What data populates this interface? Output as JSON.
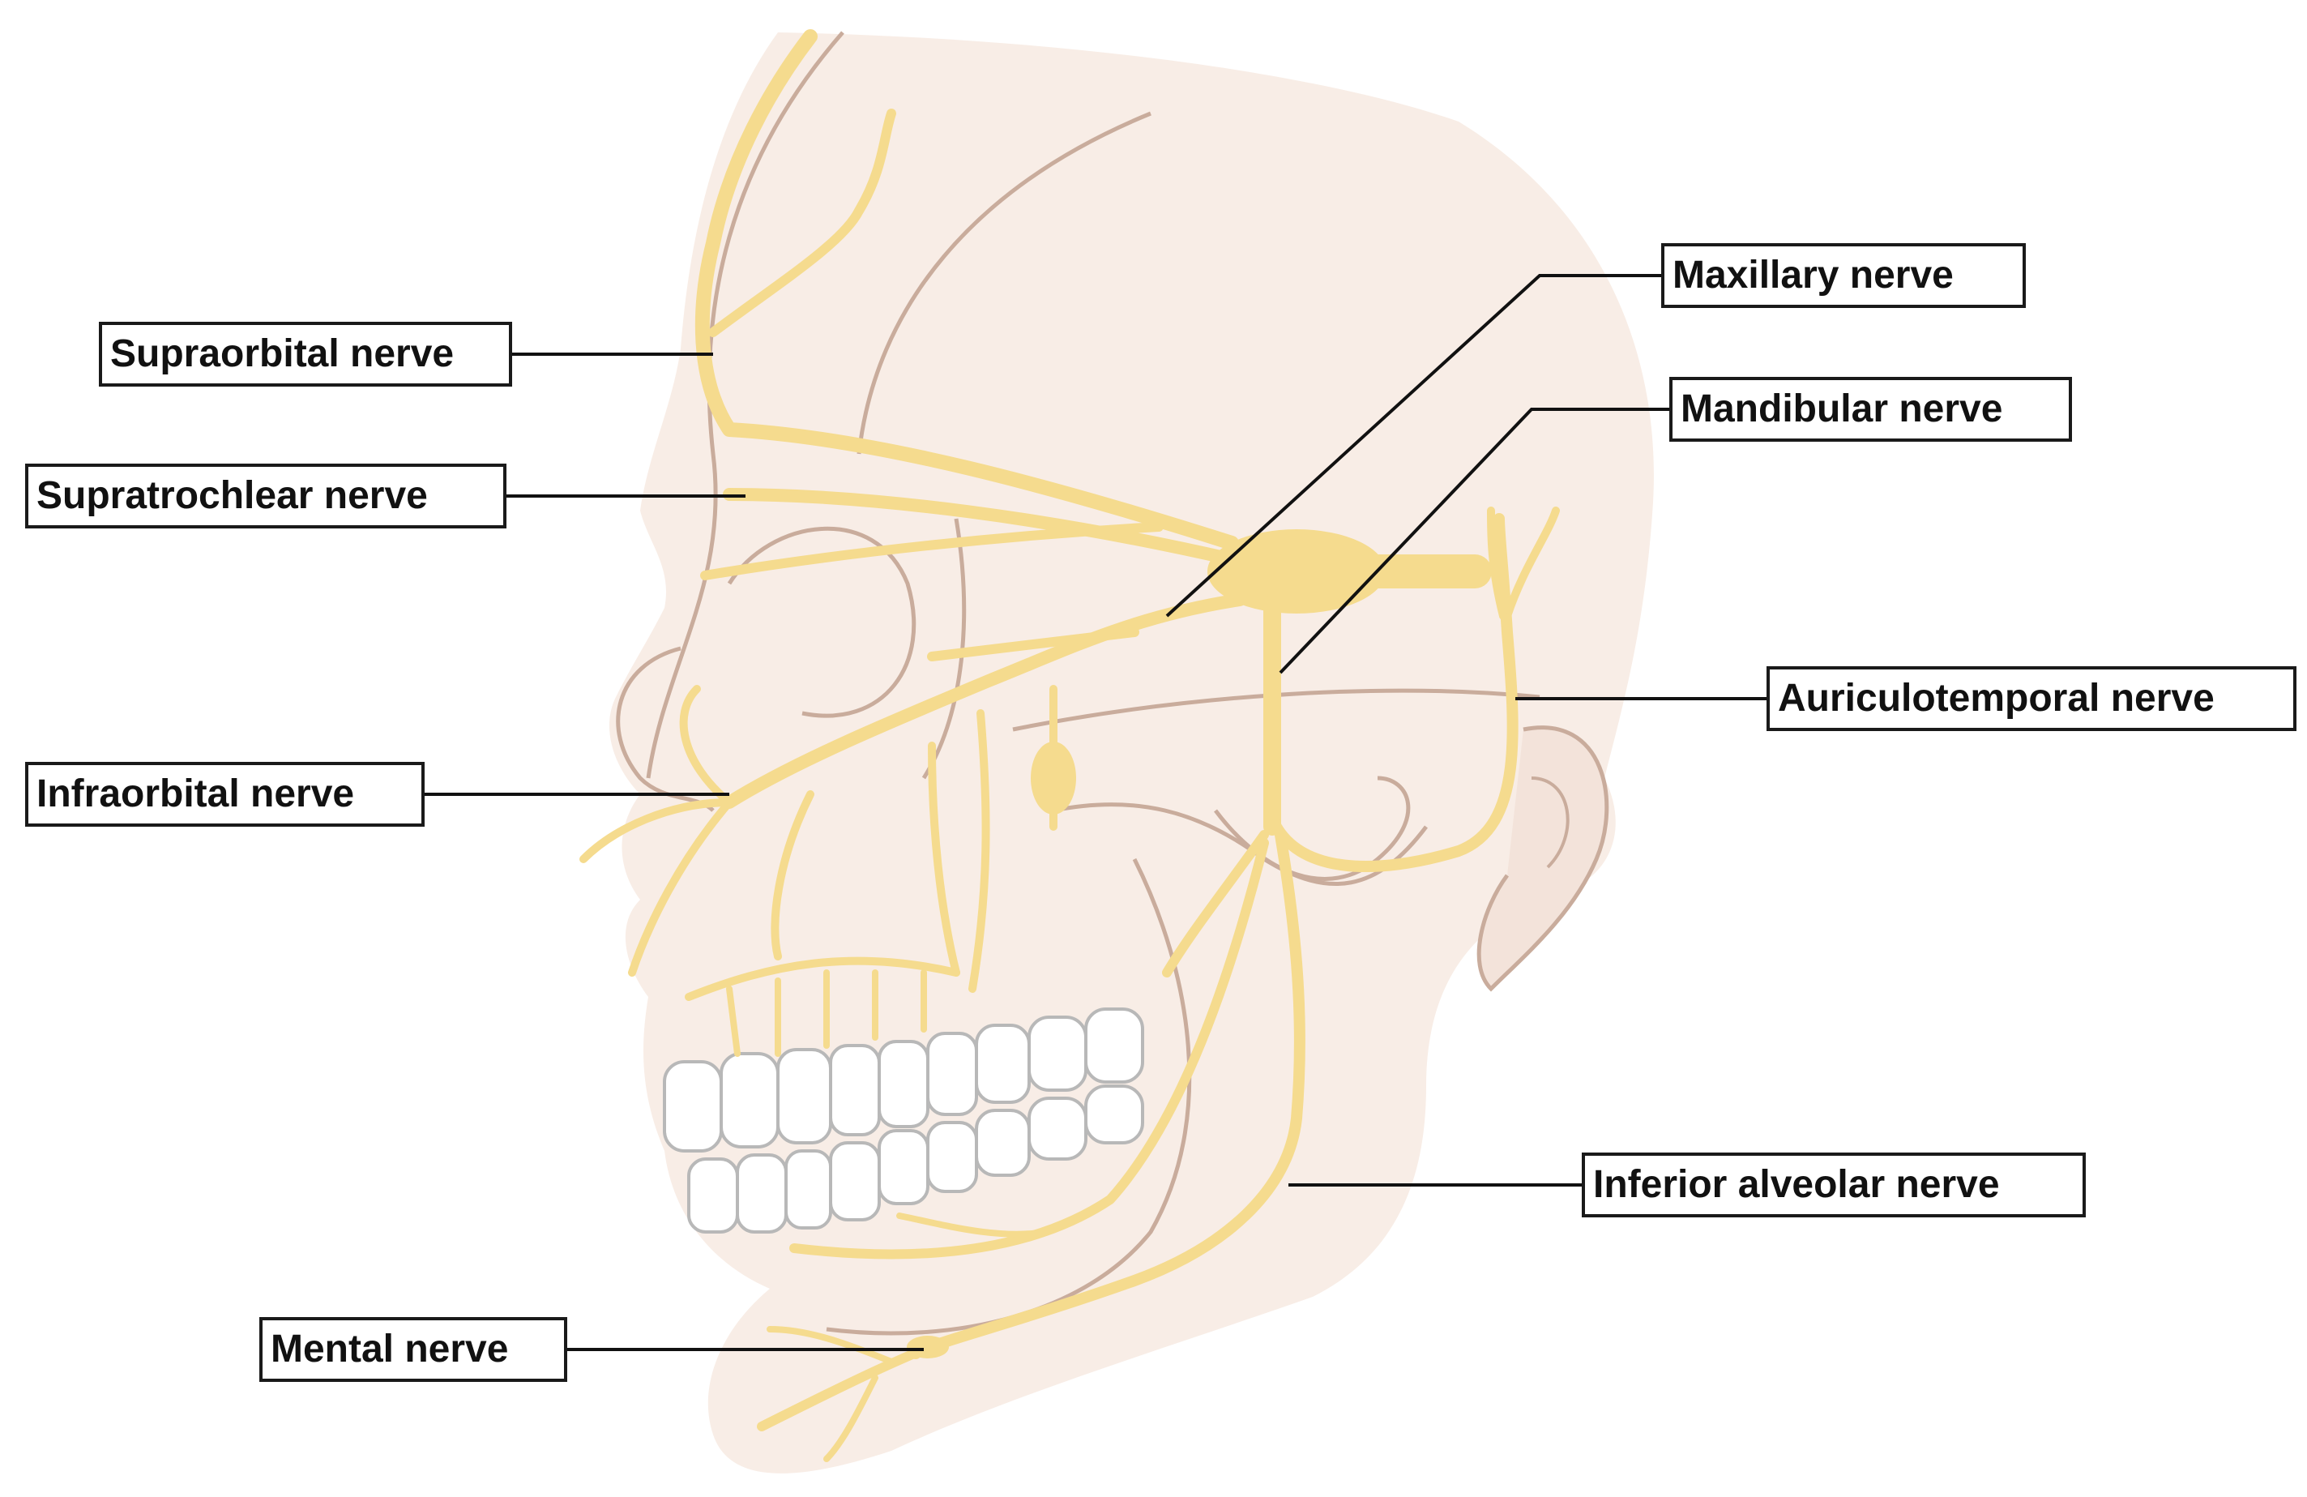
{
  "labels": {
    "supraorbital": "Supraorbital nerve",
    "supratrochlear": "Supratrochlear nerve",
    "infraorbital": "Infraorbital nerve",
    "mental": "Mental nerve",
    "maxillary": "Maxillary nerve",
    "mandibular": "Mandibular nerve",
    "auriculotemporal": "Auriculotemporal nerve",
    "inferior_alveolar": "Inferior alveolar nerve"
  },
  "colors": {
    "nerve": "#f5db8e",
    "nerve_dark": "#e8c66a",
    "skin": "#f8ede6",
    "outline": "#c9ac9c",
    "teeth": "#ffffff",
    "teeth_outline": "#b8b8b8",
    "leader": "#111111"
  }
}
